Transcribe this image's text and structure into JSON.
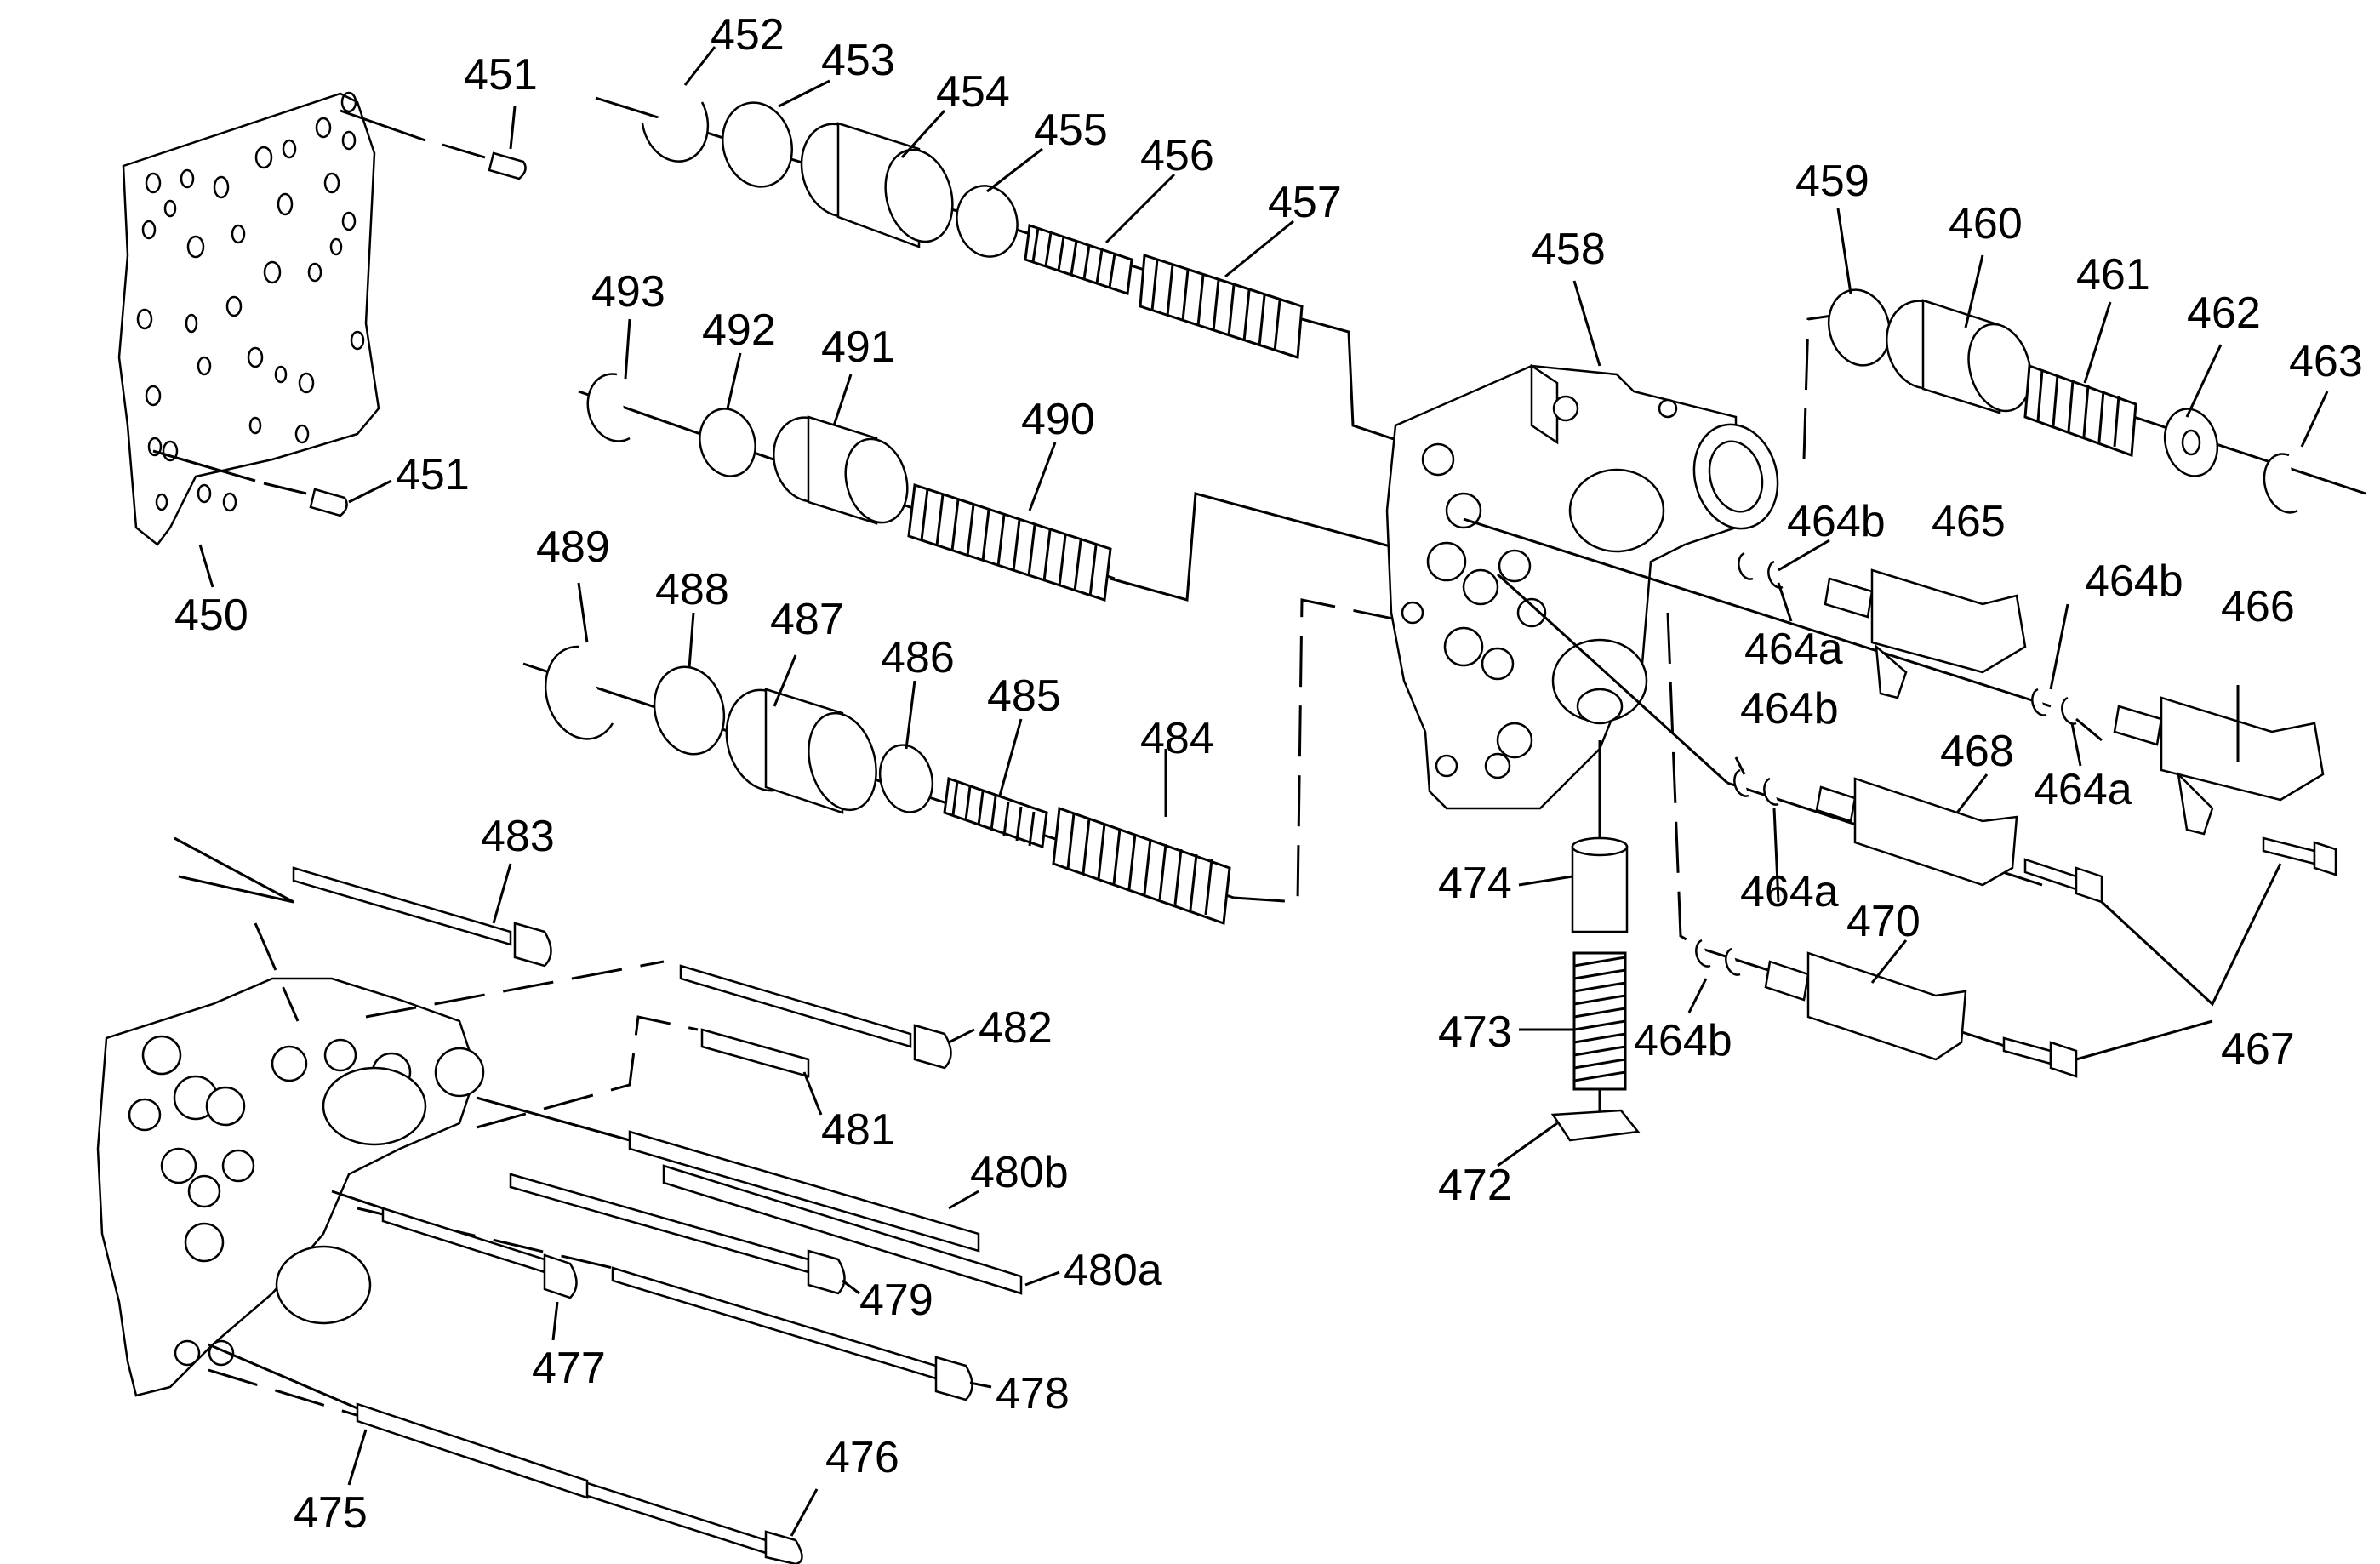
{
  "callouts": [
    {
      "id": "450",
      "text": "450"
    },
    {
      "id": "451a",
      "text": "451"
    },
    {
      "id": "451b",
      "text": "451"
    },
    {
      "id": "452",
      "text": "452"
    },
    {
      "id": "453",
      "text": "453"
    },
    {
      "id": "454",
      "text": "454"
    },
    {
      "id": "455",
      "text": "455"
    },
    {
      "id": "456",
      "text": "456"
    },
    {
      "id": "457",
      "text": "457"
    },
    {
      "id": "458",
      "text": "458"
    },
    {
      "id": "459",
      "text": "459"
    },
    {
      "id": "460",
      "text": "460"
    },
    {
      "id": "461",
      "text": "461"
    },
    {
      "id": "462",
      "text": "462"
    },
    {
      "id": "463",
      "text": "463"
    },
    {
      "id": "464b1",
      "text": "464b"
    },
    {
      "id": "464a1",
      "text": "464a"
    },
    {
      "id": "464b2",
      "text": "464b"
    },
    {
      "id": "464a2",
      "text": "464a"
    },
    {
      "id": "464b3",
      "text": "464b"
    },
    {
      "id": "464a3",
      "text": "464a"
    },
    {
      "id": "464b4",
      "text": "464b"
    },
    {
      "id": "465",
      "text": "465"
    },
    {
      "id": "466",
      "text": "466"
    },
    {
      "id": "467",
      "text": "467"
    },
    {
      "id": "468",
      "text": "468"
    },
    {
      "id": "470",
      "text": "470"
    },
    {
      "id": "472",
      "text": "472"
    },
    {
      "id": "473",
      "text": "473"
    },
    {
      "id": "474",
      "text": "474"
    },
    {
      "id": "475",
      "text": "475"
    },
    {
      "id": "476",
      "text": "476"
    },
    {
      "id": "477",
      "text": "477"
    },
    {
      "id": "478",
      "text": "478"
    },
    {
      "id": "479",
      "text": "479"
    },
    {
      "id": "480a",
      "text": "480a"
    },
    {
      "id": "480b",
      "text": "480b"
    },
    {
      "id": "481",
      "text": "481"
    },
    {
      "id": "482",
      "text": "482"
    },
    {
      "id": "483",
      "text": "483"
    },
    {
      "id": "484",
      "text": "484"
    },
    {
      "id": "485",
      "text": "485"
    },
    {
      "id": "486",
      "text": "486"
    },
    {
      "id": "487",
      "text": "487"
    },
    {
      "id": "488",
      "text": "488"
    },
    {
      "id": "489",
      "text": "489"
    },
    {
      "id": "490",
      "text": "490"
    },
    {
      "id": "491",
      "text": "491"
    },
    {
      "id": "492",
      "text": "492"
    },
    {
      "id": "493",
      "text": "493"
    }
  ]
}
